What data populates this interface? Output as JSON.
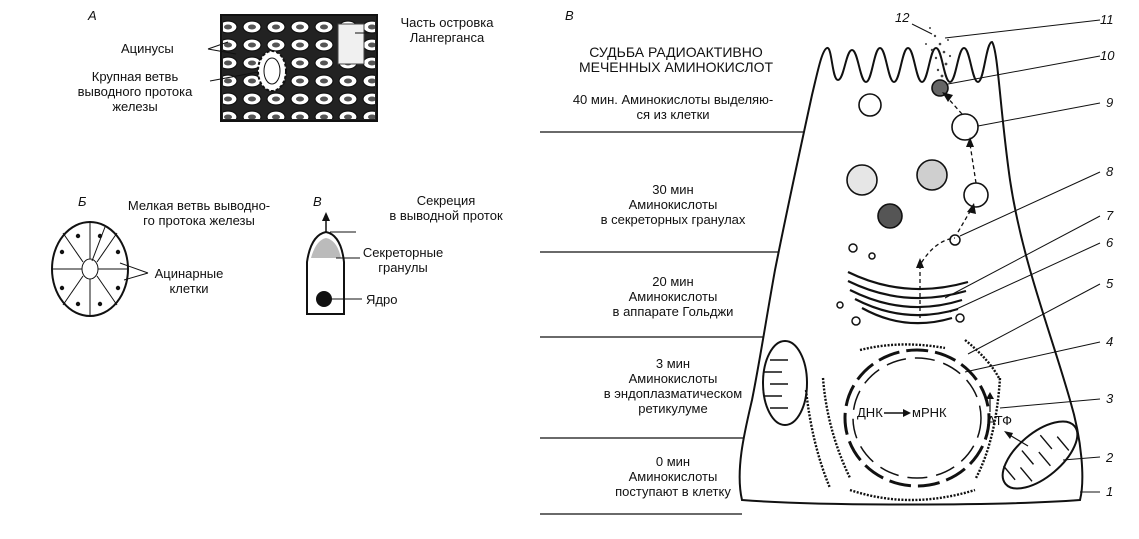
{
  "panels": {
    "a": {
      "letter": "А",
      "acini": "Ацинусы",
      "duct_line1": "Крупная ветвь",
      "duct_line2": "выводного протока",
      "duct_line3": "железы",
      "islet_line1": "Часть островка",
      "islet_line2": "Лангерганса"
    },
    "b": {
      "letter": "Б",
      "small_duct_line1": "Мелкая ветвь выводно-",
      "small_duct_line2": "го протока железы",
      "acinar_line1": "Ацинарные",
      "acinar_line2": "клетки"
    },
    "v_small": {
      "letter": "В",
      "secretion_line1": "Секреция",
      "secretion_line2": "в выводной проток",
      "granules_line1": "Секреторные",
      "granules_line2": "гранулы",
      "nucleus": "Ядро"
    },
    "v_main": {
      "letter": "В",
      "title_line1": "СУДЬБА РАДИОАКТИВНО",
      "title_line2": "МЕЧЕННЫХ АМИНОКИСЛОТ",
      "stages": [
        {
          "line1": "40 мин. Аминокислоты выделяю-",
          "line2": "ся из клетки",
          "line3": ""
        },
        {
          "line1": "30 мин",
          "line2": "Аминокислоты",
          "line3": "в секреторных гранулах"
        },
        {
          "line1": "20 мин",
          "line2": "Аминокислоты",
          "line3": "в аппарате Гольджи"
        },
        {
          "line1": "3 мин",
          "line2": "Аминокислоты",
          "line3": "в эндоплазматическом",
          "line4": "ретикулуме"
        },
        {
          "line1": "0 мин",
          "line2": "Аминокислоты",
          "line3": "поступают в клетку"
        }
      ],
      "dna": "ДНК",
      "mrna": "мРНК",
      "atp": "АТФ",
      "numbers": [
        "1",
        "2",
        "3",
        "4",
        "5",
        "6",
        "7",
        "8",
        "9",
        "10",
        "11",
        "12"
      ]
    }
  }
}
